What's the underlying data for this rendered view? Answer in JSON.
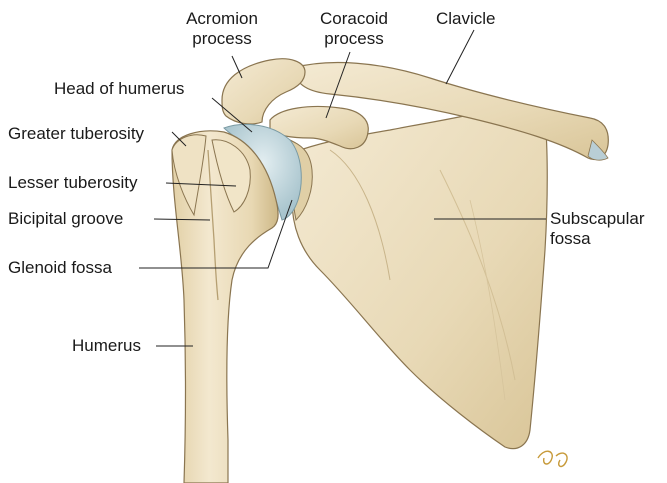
{
  "labels": {
    "acromion": [
      "Acromion",
      "process"
    ],
    "coracoid": [
      "Coracoid",
      "process"
    ],
    "clavicle": "Clavicle",
    "head_of_humerus": "Head of humerus",
    "greater_tuberosity": "Greater tuberosity",
    "lesser_tuberosity": "Lesser tuberosity",
    "bicipital_groove": "Bicipital groove",
    "glenoid_fossa": "Glenoid fossa",
    "humerus": "Humerus",
    "subscapular": [
      "Subscapular",
      "fossa"
    ]
  },
  "colors": {
    "bone_fill": "#ede0c2",
    "bone_shadow": "#d8c59c",
    "bone_outline": "#8a7550",
    "cartilage": "#c9dde3",
    "leader": "#222222"
  }
}
